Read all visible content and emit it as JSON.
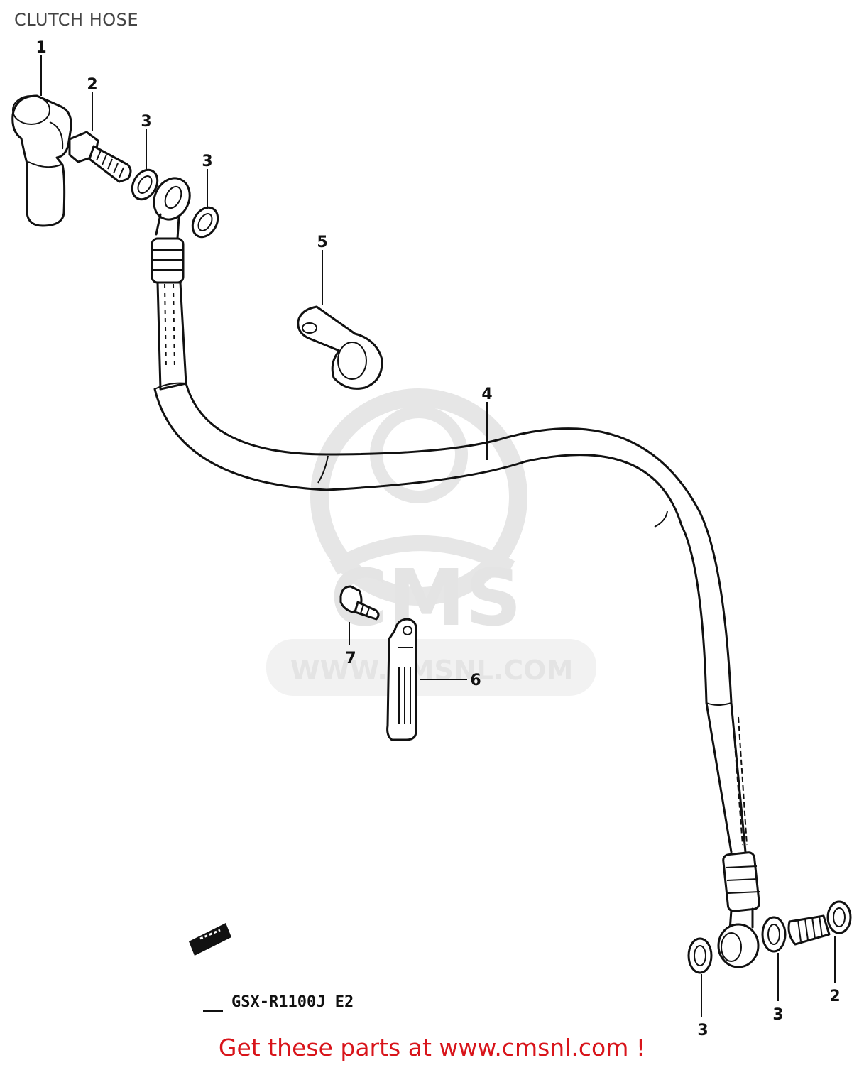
{
  "title": "CLUTCH HOSE",
  "parts": [
    {
      "ref": "1",
      "label": "1"
    },
    {
      "ref": "2",
      "label": "2"
    },
    {
      "ref": "3",
      "label": "3"
    },
    {
      "ref": "4",
      "label": "4"
    },
    {
      "ref": "5",
      "label": "5"
    },
    {
      "ref": "6",
      "label": "6"
    },
    {
      "ref": "7",
      "label": "7"
    }
  ],
  "model_code": "GSX-R1100J E2",
  "watermark": {
    "brand": "CMS",
    "url": "WWW.CMSNL.COM"
  },
  "promo": {
    "text": "Get these parts at www.cmsnl.com !",
    "color": "#d8141a"
  }
}
